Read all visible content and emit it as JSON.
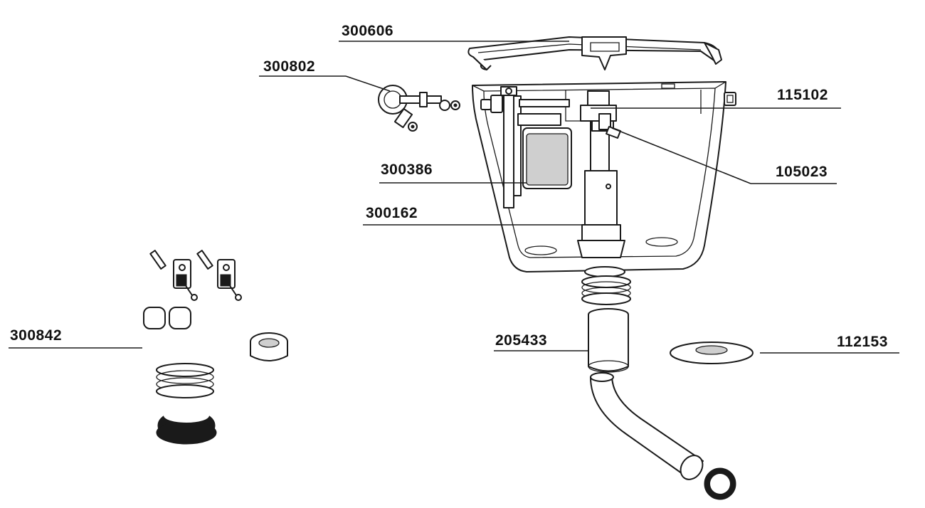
{
  "diagram": {
    "parts": [
      {
        "id": "cover",
        "code": "300606"
      },
      {
        "id": "inlet-valve",
        "code": "300802"
      },
      {
        "id": "lid-clip",
        "code": "115102"
      },
      {
        "id": "flush-lever",
        "code": "105023"
      },
      {
        "id": "fill-valve",
        "code": "300386"
      },
      {
        "id": "flush-valve",
        "code": "300162"
      },
      {
        "id": "mounting-kit",
        "code": "300842"
      },
      {
        "id": "flush-pipe",
        "code": "205433"
      },
      {
        "id": "rosette",
        "code": "112153"
      }
    ]
  },
  "colors": {
    "ink": "#1a1a1a",
    "background": "#ffffff",
    "shade": "#cfcfcf"
  }
}
